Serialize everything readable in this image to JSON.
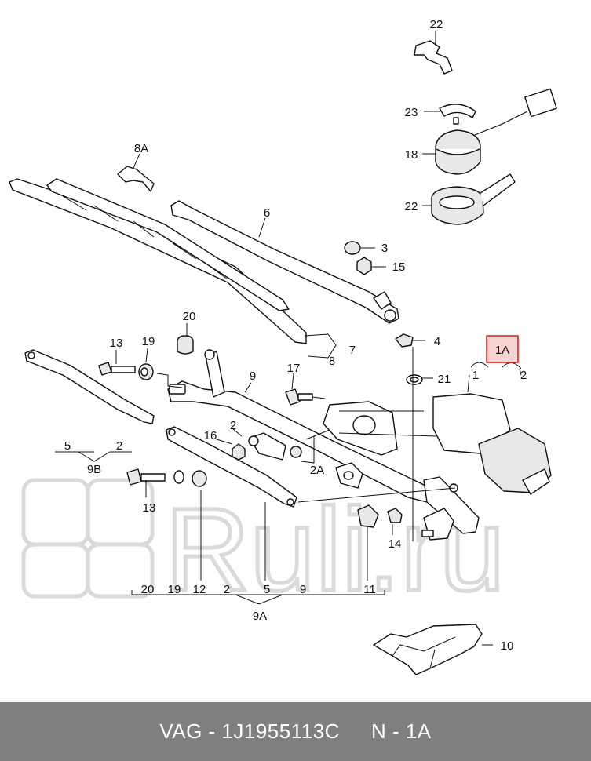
{
  "callouts": {
    "c22a": "22",
    "c23": "23",
    "c18": "18",
    "c22b": "22",
    "c8A": "8A",
    "c6": "6",
    "c3": "3",
    "c15": "15",
    "c7": "7",
    "c8": "8",
    "c4": "4",
    "c21": "21",
    "c20": "20",
    "c13a": "13",
    "c19": "19",
    "c9": "9",
    "c17": "17",
    "c1": "1",
    "c2": "2",
    "c5a": "5",
    "c2a": "2",
    "c9B": "9B",
    "c16": "16",
    "c2b": "2",
    "c2A": "2A",
    "c13b": "13",
    "c14": "14",
    "b20": "20",
    "b19": "19",
    "b12": "12",
    "b2": "2",
    "b5": "5",
    "b9": "9",
    "b11": "11",
    "c9A": "9A",
    "c10": "10"
  },
  "highlight": {
    "label": "1A",
    "color": "#e0261b",
    "fill": "#f7d3d3"
  },
  "watermark": {
    "text": "Ruli.ru",
    "color": "#d7d7d7"
  },
  "footer": {
    "part_number": "VAG - 1J1955113C",
    "position": "N - 1A",
    "background": "#7f7f7f"
  }
}
